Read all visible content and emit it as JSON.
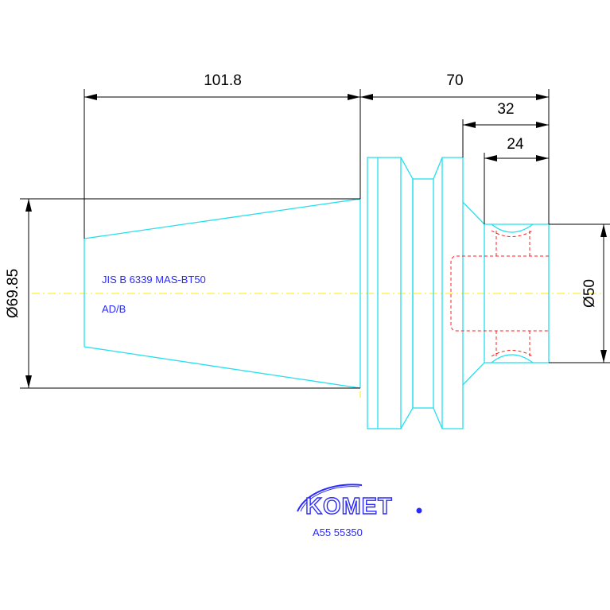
{
  "dimensions": {
    "taper_length": "101.8",
    "overall_length": "70",
    "flange_to_end": "32",
    "bore_depth": "24",
    "taper_diameter": "Ø69.85",
    "end_diameter": "Ø50"
  },
  "notes": {
    "standard": "JIS B 6339 MAS-BT50",
    "form": "AD/B"
  },
  "logo": {
    "brand": "KOMET",
    "part_number": "A55 55350"
  },
  "colors": {
    "outline": "#22e0f0",
    "dimension": "#000000",
    "hidden": "#ff2020",
    "centerline": "#ffee00",
    "text": "#2a2aff"
  }
}
